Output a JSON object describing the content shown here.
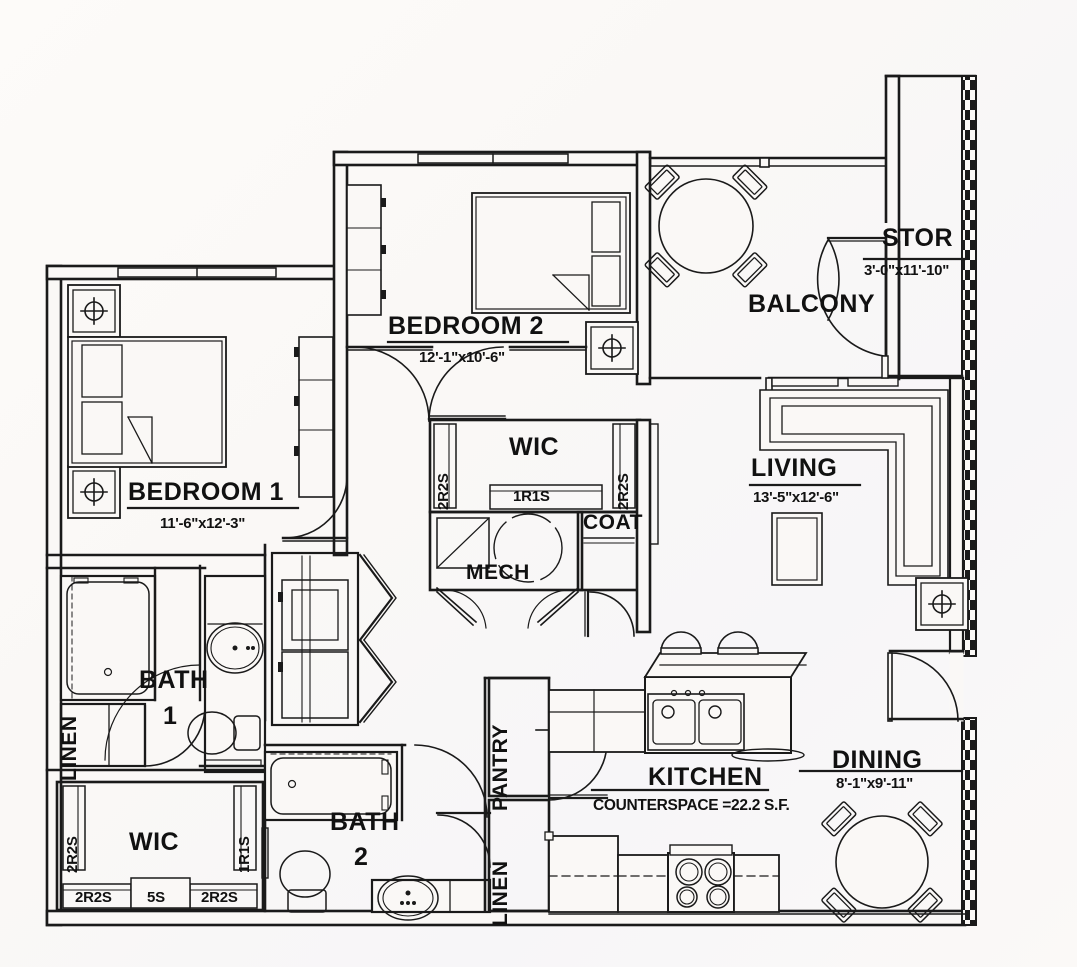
{
  "plan": {
    "title": "Apartment Floor Plan",
    "background_color": "#faf8f6",
    "line_color": "#1a1a1a"
  },
  "rooms": [
    {
      "key": "bedroom2",
      "name": "BEDROOM 2",
      "dimensions": "12'-1\"x10'-6\""
    },
    {
      "key": "bedroom1",
      "name": "BEDROOM 1",
      "dimensions": "11'-6\"x12'-3\""
    },
    {
      "key": "balcony",
      "name": "BALCONY",
      "dimensions": ""
    },
    {
      "key": "stor",
      "name": "STOR",
      "dimensions": "3'-0\"x11'-10\""
    },
    {
      "key": "living",
      "name": "LIVING",
      "dimensions": "13'-5\"x12'-6\""
    },
    {
      "key": "dining",
      "name": "DINING",
      "dimensions": "8'-1\"x9'-11\""
    },
    {
      "key": "kitchen",
      "name": "KITCHEN",
      "dimensions": ""
    },
    {
      "key": "bath1",
      "name": "BATH",
      "dimensions": ""
    },
    {
      "key": "bath2",
      "name": "BATH",
      "dimensions": ""
    },
    {
      "key": "wic_upper",
      "name": "WIC",
      "dimensions": ""
    },
    {
      "key": "wic_lower",
      "name": "WIC",
      "dimensions": ""
    },
    {
      "key": "mech",
      "name": "MECH",
      "dimensions": ""
    },
    {
      "key": "coat",
      "name": "COAT",
      "dimensions": ""
    },
    {
      "key": "pantry",
      "name": "PANTRY",
      "dimensions": ""
    },
    {
      "key": "linen1",
      "name": "LINEN",
      "dimensions": ""
    },
    {
      "key": "linen2",
      "name": "LINEN",
      "dimensions": ""
    }
  ],
  "labels": {
    "bedroom2_name": "BEDROOM 2",
    "bedroom2_dim": "12'-1\"x10'-6\"",
    "bedroom1_name": "BEDROOM 1",
    "bedroom1_dim": "11'-6\"x12'-3\"",
    "balcony_name": "BALCONY",
    "stor_name": "STOR",
    "stor_dim": "3'-0\"x11'-10\"",
    "living_name": "LIVING",
    "living_dim": "13'-5\"x12'-6\"",
    "dining_name": "DINING",
    "dining_dim": "8'-1\"x9'-11\"",
    "kitchen_name": "KITCHEN",
    "kitchen_note": "COUNTERSPACE =22.2 S.F.",
    "bath1_name": "BATH",
    "bath1_num": "1",
    "bath2_name": "BATH",
    "bath2_num": "2",
    "wic_upper_name": "WIC",
    "wic_lower_name": "WIC",
    "mech_name": "MECH",
    "coat_name": "COAT",
    "pantry_name": "PANTRY",
    "linen_bath1_name": "LINEN",
    "linen_hall_name": "LINEN"
  },
  "shelf_tags": {
    "wic_upper_left": "2R2S",
    "wic_upper_right": "2R2S",
    "wic_upper_bottom": "1R1S",
    "wic_lower_left": "2R2S",
    "wic_lower_right": "1R1S",
    "wic_lower_bottom_left": "2R2S",
    "wic_lower_bottom_mid": "5S",
    "wic_lower_bottom_right": "2R2S"
  },
  "fixtures": [
    {
      "name": "bed-bedroom1",
      "room": "bedroom1"
    },
    {
      "name": "bed-bedroom2",
      "room": "bedroom2"
    },
    {
      "name": "nightstand-lamp",
      "room": "bedroom1"
    },
    {
      "name": "dresser-bedroom1",
      "room": "bedroom1"
    },
    {
      "name": "dresser-bedroom2",
      "room": "bedroom2"
    },
    {
      "name": "ceiling-light",
      "room": "bedroom2"
    },
    {
      "name": "bathtub-bath1",
      "room": "bath1"
    },
    {
      "name": "vanity-sink-bath1",
      "room": "bath1"
    },
    {
      "name": "toilet-bath1",
      "room": "bath1"
    },
    {
      "name": "bathtub-bath2",
      "room": "bath2"
    },
    {
      "name": "vanity-sink-bath2",
      "room": "bath2"
    },
    {
      "name": "toilet-bath2",
      "room": "bath2"
    },
    {
      "name": "washer-dryer",
      "room": "hall"
    },
    {
      "name": "water-heater",
      "room": "mech"
    },
    {
      "name": "furnace",
      "room": "mech"
    },
    {
      "name": "kitchen-island-sink",
      "room": "kitchen"
    },
    {
      "name": "bar-stool",
      "room": "kitchen"
    },
    {
      "name": "range-stove",
      "room": "kitchen"
    },
    {
      "name": "refrigerator",
      "room": "kitchen"
    },
    {
      "name": "dishwasher",
      "room": "kitchen"
    },
    {
      "name": "sectional-sofa",
      "room": "living"
    },
    {
      "name": "coffee-table",
      "room": "living"
    },
    {
      "name": "dining-table-chairs",
      "room": "dining"
    },
    {
      "name": "balcony-table-chairs",
      "room": "balcony"
    },
    {
      "name": "entry-door",
      "room": "dining"
    }
  ]
}
